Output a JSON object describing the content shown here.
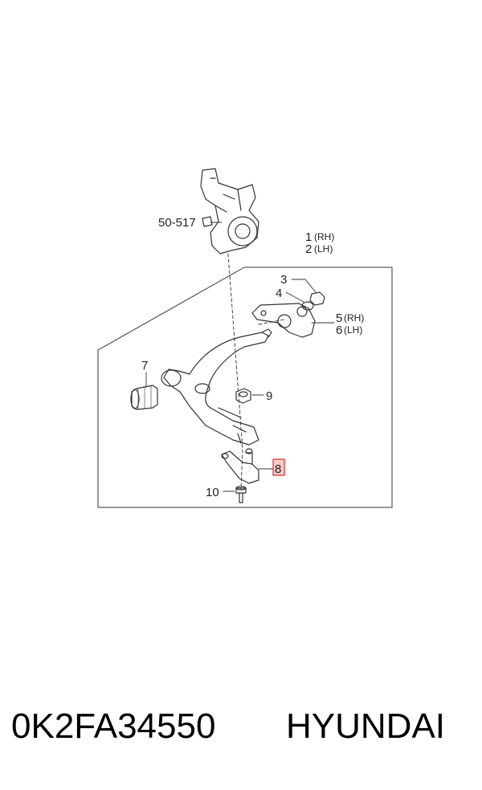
{
  "labels": {
    "knuckle_ref": "50-517",
    "p1": "1",
    "p1_side": "(RH)",
    "p2": "2",
    "p2_side": "(LH)",
    "p3": "3",
    "p4": "4",
    "p5": "5",
    "p5_side": "(RH)",
    "p6": "6",
    "p6_side": "(LH)",
    "p7": "7",
    "p8": "8",
    "p9": "9",
    "p10": "10"
  },
  "footer": {
    "part_number": "0K2FA34550",
    "brand": "HYUNDAI"
  },
  "colors": {
    "line": "#333333",
    "highlight": "#e03030",
    "highlight_fill": "#f6c9c9"
  }
}
